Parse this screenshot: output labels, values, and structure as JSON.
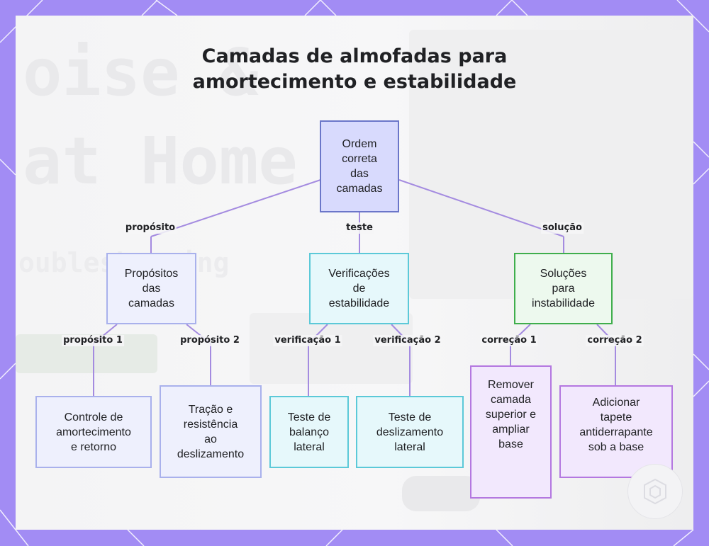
{
  "title": {
    "line1": "Camadas de almofadas para",
    "line2": "amortecimento e estabilidade"
  },
  "background": {
    "word1": "oise &",
    "word2": "at Home",
    "word3": "oubleshooting"
  },
  "colors": {
    "frame": "#a28cf4",
    "connector": "#a48be0",
    "root_border": "#6b76c9",
    "root_fill": "#d8dafd",
    "cyan_border": "#5cc9d8",
    "green_border": "#3fae4c",
    "purple_border": "#b478e0"
  },
  "nodes": {
    "root": [
      "Ordem",
      "correta",
      "das",
      "camadas"
    ],
    "purposes": [
      "Propósitos",
      "das",
      "camadas"
    ],
    "checks": [
      "Verificações",
      "de",
      "estabilidade"
    ],
    "solutions": [
      "Soluções",
      "para",
      "instabilidade"
    ],
    "control": [
      "Controle de",
      "amortecimento",
      "e retorno"
    ],
    "traction": [
      "Tração e",
      "resistência",
      "ao",
      "deslizamento"
    ],
    "balance": [
      "Teste de",
      "balanço",
      "lateral"
    ],
    "slide": [
      "Teste de",
      "deslizamento",
      "lateral"
    ],
    "remove": [
      "Remover",
      "camada",
      "superior e",
      "ampliar",
      "base"
    ],
    "mat": [
      "Adicionar",
      "tapete",
      "antiderrapante",
      "sob a base"
    ]
  },
  "edges": {
    "purpose": "propósito",
    "test": "teste",
    "solution": "solução",
    "purpose1": "propósito 1",
    "purpose2": "propósito 2",
    "check1": "verificação 1",
    "check2": "verificação 2",
    "fix1": "correção 1",
    "fix2": "correção 2"
  },
  "badge_icon": "logo-badge-icon"
}
